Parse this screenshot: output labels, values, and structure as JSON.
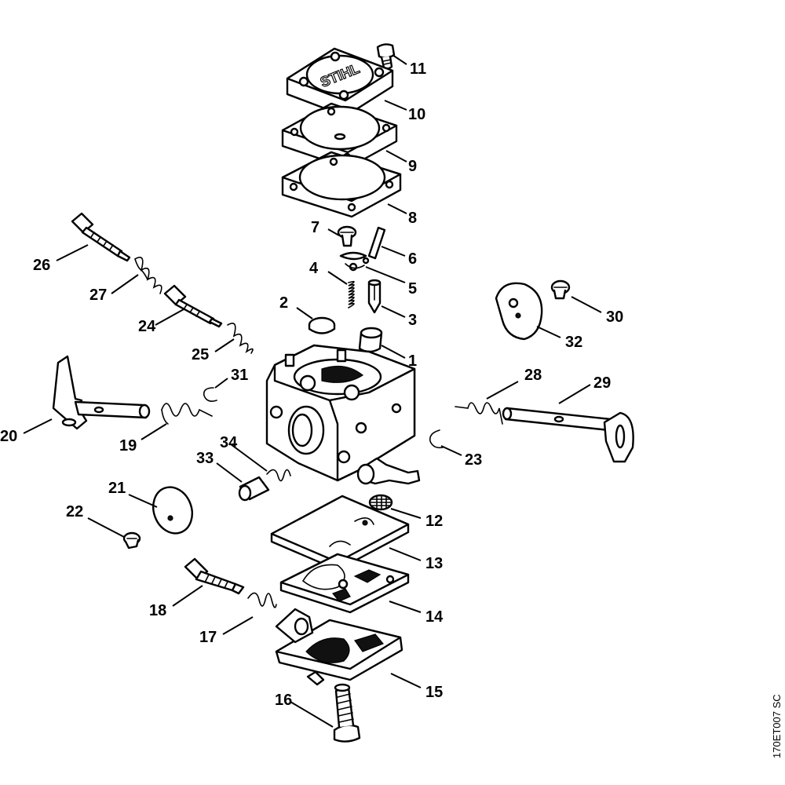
{
  "diagram": {
    "brand_mark": "STIHL",
    "figure_code": "170ET007 SC",
    "callouts": [
      {
        "id": "c1",
        "label": "1"
      },
      {
        "id": "c2",
        "label": "2"
      },
      {
        "id": "c3",
        "label": "3"
      },
      {
        "id": "c4",
        "label": "4"
      },
      {
        "id": "c5",
        "label": "5"
      },
      {
        "id": "c6",
        "label": "6"
      },
      {
        "id": "c7",
        "label": "7"
      },
      {
        "id": "c8",
        "label": "8"
      },
      {
        "id": "c9",
        "label": "9"
      },
      {
        "id": "c10",
        "label": "10"
      },
      {
        "id": "c11",
        "label": "11"
      },
      {
        "id": "c12",
        "label": "12"
      },
      {
        "id": "c13",
        "label": "13"
      },
      {
        "id": "c14",
        "label": "14"
      },
      {
        "id": "c15",
        "label": "15"
      },
      {
        "id": "c16",
        "label": "16"
      },
      {
        "id": "c17",
        "label": "17"
      },
      {
        "id": "c18",
        "label": "18"
      },
      {
        "id": "c19",
        "label": "19"
      },
      {
        "id": "c20",
        "label": "20"
      },
      {
        "id": "c21",
        "label": "21"
      },
      {
        "id": "c22",
        "label": "22"
      },
      {
        "id": "c23",
        "label": "23"
      },
      {
        "id": "c24",
        "label": "24"
      },
      {
        "id": "c25",
        "label": "25"
      },
      {
        "id": "c26",
        "label": "26"
      },
      {
        "id": "c27",
        "label": "27"
      },
      {
        "id": "c28",
        "label": "28"
      },
      {
        "id": "c29",
        "label": "29"
      },
      {
        "id": "c30",
        "label": "30"
      },
      {
        "id": "c31",
        "label": "31"
      },
      {
        "id": "c32",
        "label": "32"
      },
      {
        "id": "c33",
        "label": "33"
      },
      {
        "id": "c34",
        "label": "34"
      }
    ]
  }
}
